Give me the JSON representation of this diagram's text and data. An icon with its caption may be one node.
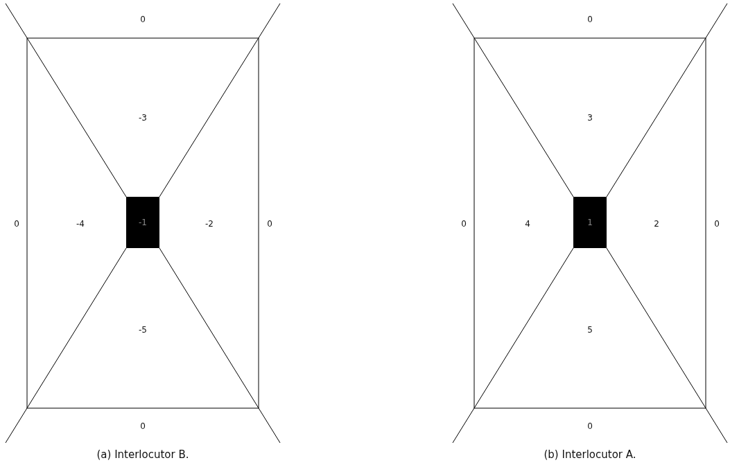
{
  "diagram": {
    "nodes": [
      {
        "text": [
          "-1"
        ]
      },
      {
        "text": [
          "1"
        ]
      }
    ],
    "labels": [
      "0",
      "-3",
      "0",
      "-4",
      "-2",
      "0",
      "-5",
      "0",
      "(a) Interlocutor B.",
      "0",
      "3",
      "0",
      "4",
      "2",
      "0",
      "5",
      "0",
      "(b) Interlocutor A."
    ]
  }
}
